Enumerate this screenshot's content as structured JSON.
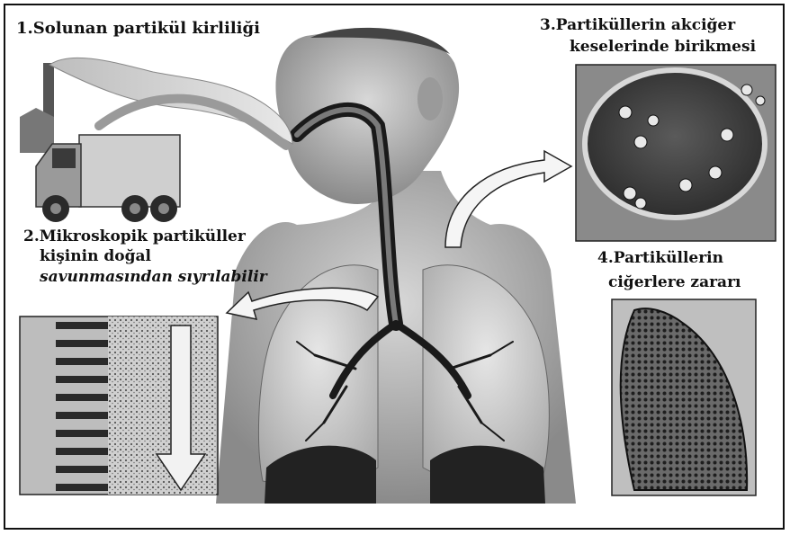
{
  "labels": {
    "step1": "1.Solunan partikül kirliliği",
    "step2_line1": "2.Mikroskopik partiküller",
    "step2_line2": "kişinin doğal",
    "step2_line3": "savunmasından sıyrılabilir",
    "step3_line1": "3.Partiküllerin akciğer",
    "step3_line2": "keselerinde birikmesi",
    "step4_line1": "4.Partiküllerin",
    "step4_line2": "ciğerlere zararı"
  }
}
